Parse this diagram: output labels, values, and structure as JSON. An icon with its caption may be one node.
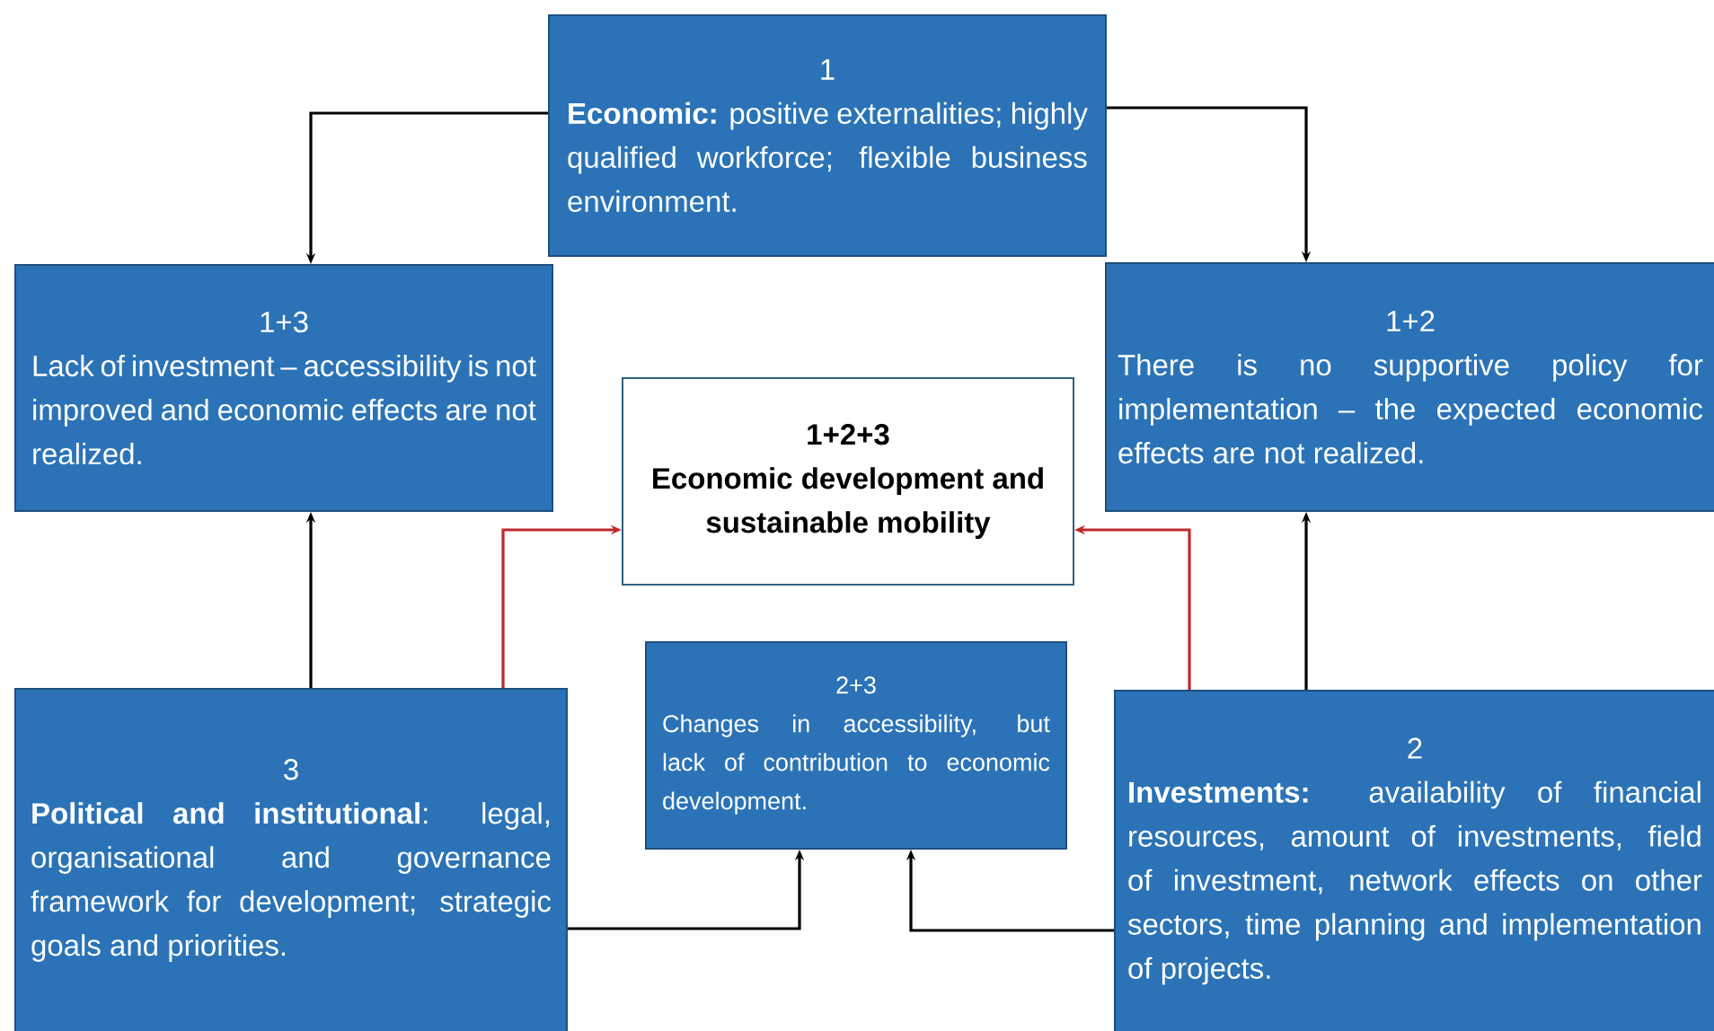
{
  "diagram": {
    "nodes": [
      {
        "text": [
          "1",
          "**Economic:** positive externalities; highly qualified workforce; flexible business environment."
        ]
      },
      {
        "text": [
          "1+3",
          "Lack of investment – accessibility is not improved and economic effects are not realized."
        ]
      },
      {
        "text": [
          "1+2",
          "There is no supportive policy for implementation – the expected economic effects are not realized."
        ]
      },
      {
        "text": [
          "1+2+3",
          "Economic development and sustainable mobility"
        ]
      },
      {
        "text": [
          "2+3",
          "Changes in accessibility, but lack of contribution to economic development."
        ]
      },
      {
        "text": [
          "3",
          "**Political and institutional**: legal, organisational and governance framework for development; strategic goals and priorities."
        ]
      },
      {
        "text": [
          "2",
          "**Investments:** availability of financial resources, amount of investments, field of investment, network effects on other sectors, time planning and implementation of projects."
        ]
      }
    ],
    "edges": [
      {
        "from": 0,
        "to": 1,
        "arrow": "to"
      },
      {
        "from": 0,
        "to": 2,
        "arrow": "to"
      },
      {
        "from": 5,
        "to": 1,
        "arrow": "to"
      },
      {
        "from": 6,
        "to": 2,
        "arrow": "to"
      },
      {
        "from": 5,
        "to": 3,
        "arrow": "to",
        "color": "#c0282d"
      },
      {
        "from": 6,
        "to": 3,
        "arrow": "to",
        "color": "#c0282d"
      },
      {
        "from": 5,
        "to": 4,
        "arrow": "to"
      },
      {
        "from": 6,
        "to": 4,
        "arrow": "to"
      }
    ]
  }
}
